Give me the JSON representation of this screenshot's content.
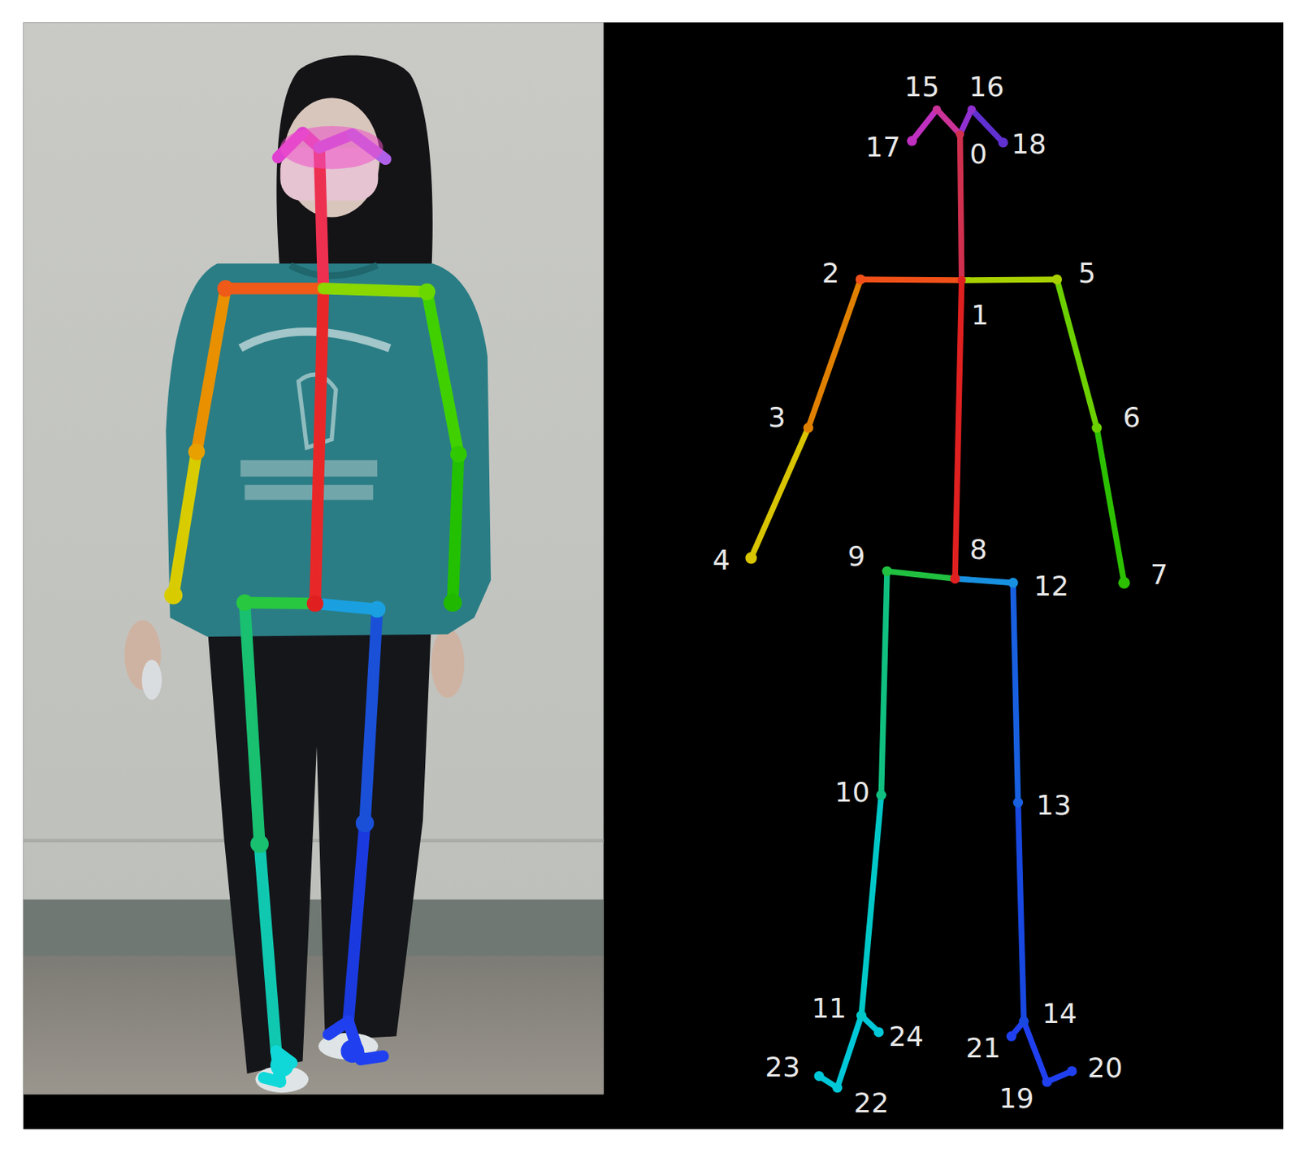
{
  "diagram": {
    "labels": [
      "15",
      "16",
      "17",
      "0",
      "18",
      "2",
      "1",
      "5",
      "3",
      "6",
      "4",
      "9",
      "8",
      "12",
      "7",
      "10",
      "13",
      "11",
      "24",
      "14",
      "21",
      "23",
      "22",
      "19",
      "20"
    ]
  }
}
